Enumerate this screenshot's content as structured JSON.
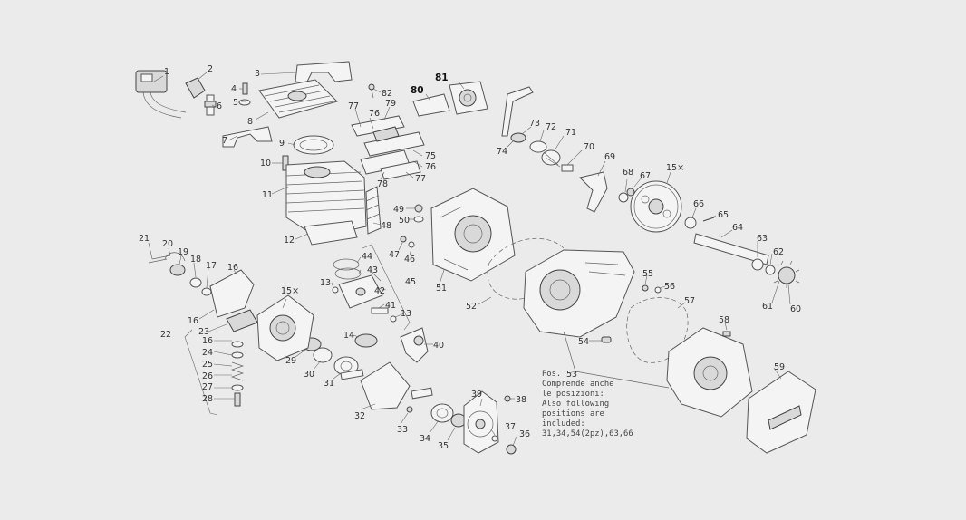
{
  "labels": {
    "l1": "1",
    "l2": "2",
    "l3": "3",
    "l4": "4",
    "l5": "5",
    "l6": "6",
    "l7": "7",
    "l8": "8",
    "l9": "9",
    "l10": "10",
    "l11": "11",
    "l12": "12",
    "l13a": "13",
    "l13b": "13",
    "l14": "14",
    "l15a": "15×",
    "l15b": "15×",
    "l16a": "16",
    "l16b": "16",
    "l16c": "16",
    "l17": "17",
    "l18": "18",
    "l19": "19",
    "l20": "20",
    "l21": "21",
    "l22": "22",
    "l23": "23",
    "l24": "24",
    "l25": "25",
    "l26": "26",
    "l27": "27",
    "l28": "28",
    "l29": "29",
    "l30": "30",
    "l31": "31",
    "l32": "32",
    "l33": "33",
    "l34": "34",
    "l35": "35",
    "l36": "36",
    "l37": "37",
    "l38": "38",
    "l39": "39",
    "l40": "40",
    "l41": "41",
    "l42": "42",
    "l43": "43",
    "l44": "44",
    "l45": "45",
    "l46": "46",
    "l47": "47",
    "l48": "48",
    "l49": "49",
    "l50": "50",
    "l51": "51",
    "l52": "52",
    "l53": "53",
    "l54": "54",
    "l55": "55",
    "l56": "56",
    "l57": "57",
    "l58": "58",
    "l59": "59",
    "l60": "60",
    "l61": "61",
    "l62": "62",
    "l63": "63",
    "l64": "64",
    "l65": "65",
    "l66": "66",
    "l67": "67",
    "l68": "68",
    "l69": "69",
    "l70": "70",
    "l71": "71",
    "l72": "72",
    "l73": "73",
    "l74": "74",
    "l75": "75",
    "l76a": "76",
    "l76b": "76",
    "l77a": "77",
    "l77b": "77",
    "l78": "78",
    "l79": "79",
    "l80": "80",
    "l81": "81",
    "l82": "82"
  },
  "note": {
    "line1": "Pos.",
    "line2": "Comprende anche",
    "line3": "le posizioni:",
    "line4": "Also following",
    "line5": "positions are",
    "line6": "included:",
    "line7": "31,34,54(2pz),63,66"
  }
}
